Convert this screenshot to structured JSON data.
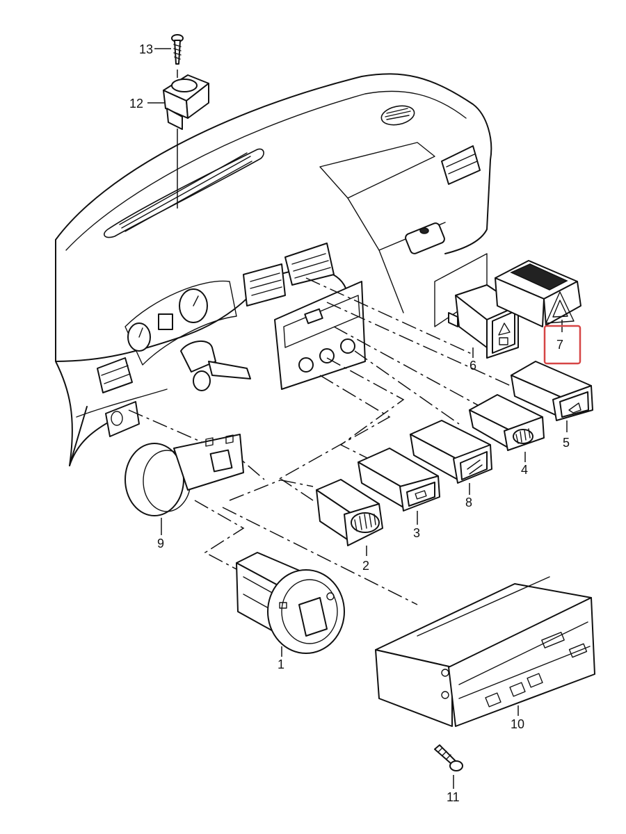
{
  "callouts": [
    {
      "id": "13",
      "label": "13"
    },
    {
      "id": "12",
      "label": "12"
    },
    {
      "id": "7",
      "label": "7",
      "highlighted": true
    },
    {
      "id": "6",
      "label": "6"
    },
    {
      "id": "5",
      "label": "5"
    },
    {
      "id": "4",
      "label": "4"
    },
    {
      "id": "8",
      "label": "8"
    },
    {
      "id": "3",
      "label": "3"
    },
    {
      "id": "2",
      "label": "2"
    },
    {
      "id": "9",
      "label": "9"
    },
    {
      "id": "1",
      "label": "1"
    },
    {
      "id": "10",
      "label": "10"
    },
    {
      "id": "11",
      "label": "11"
    }
  ],
  "colors": {
    "line": "#111111",
    "highlight": "#d64545",
    "background": "#ffffff"
  }
}
